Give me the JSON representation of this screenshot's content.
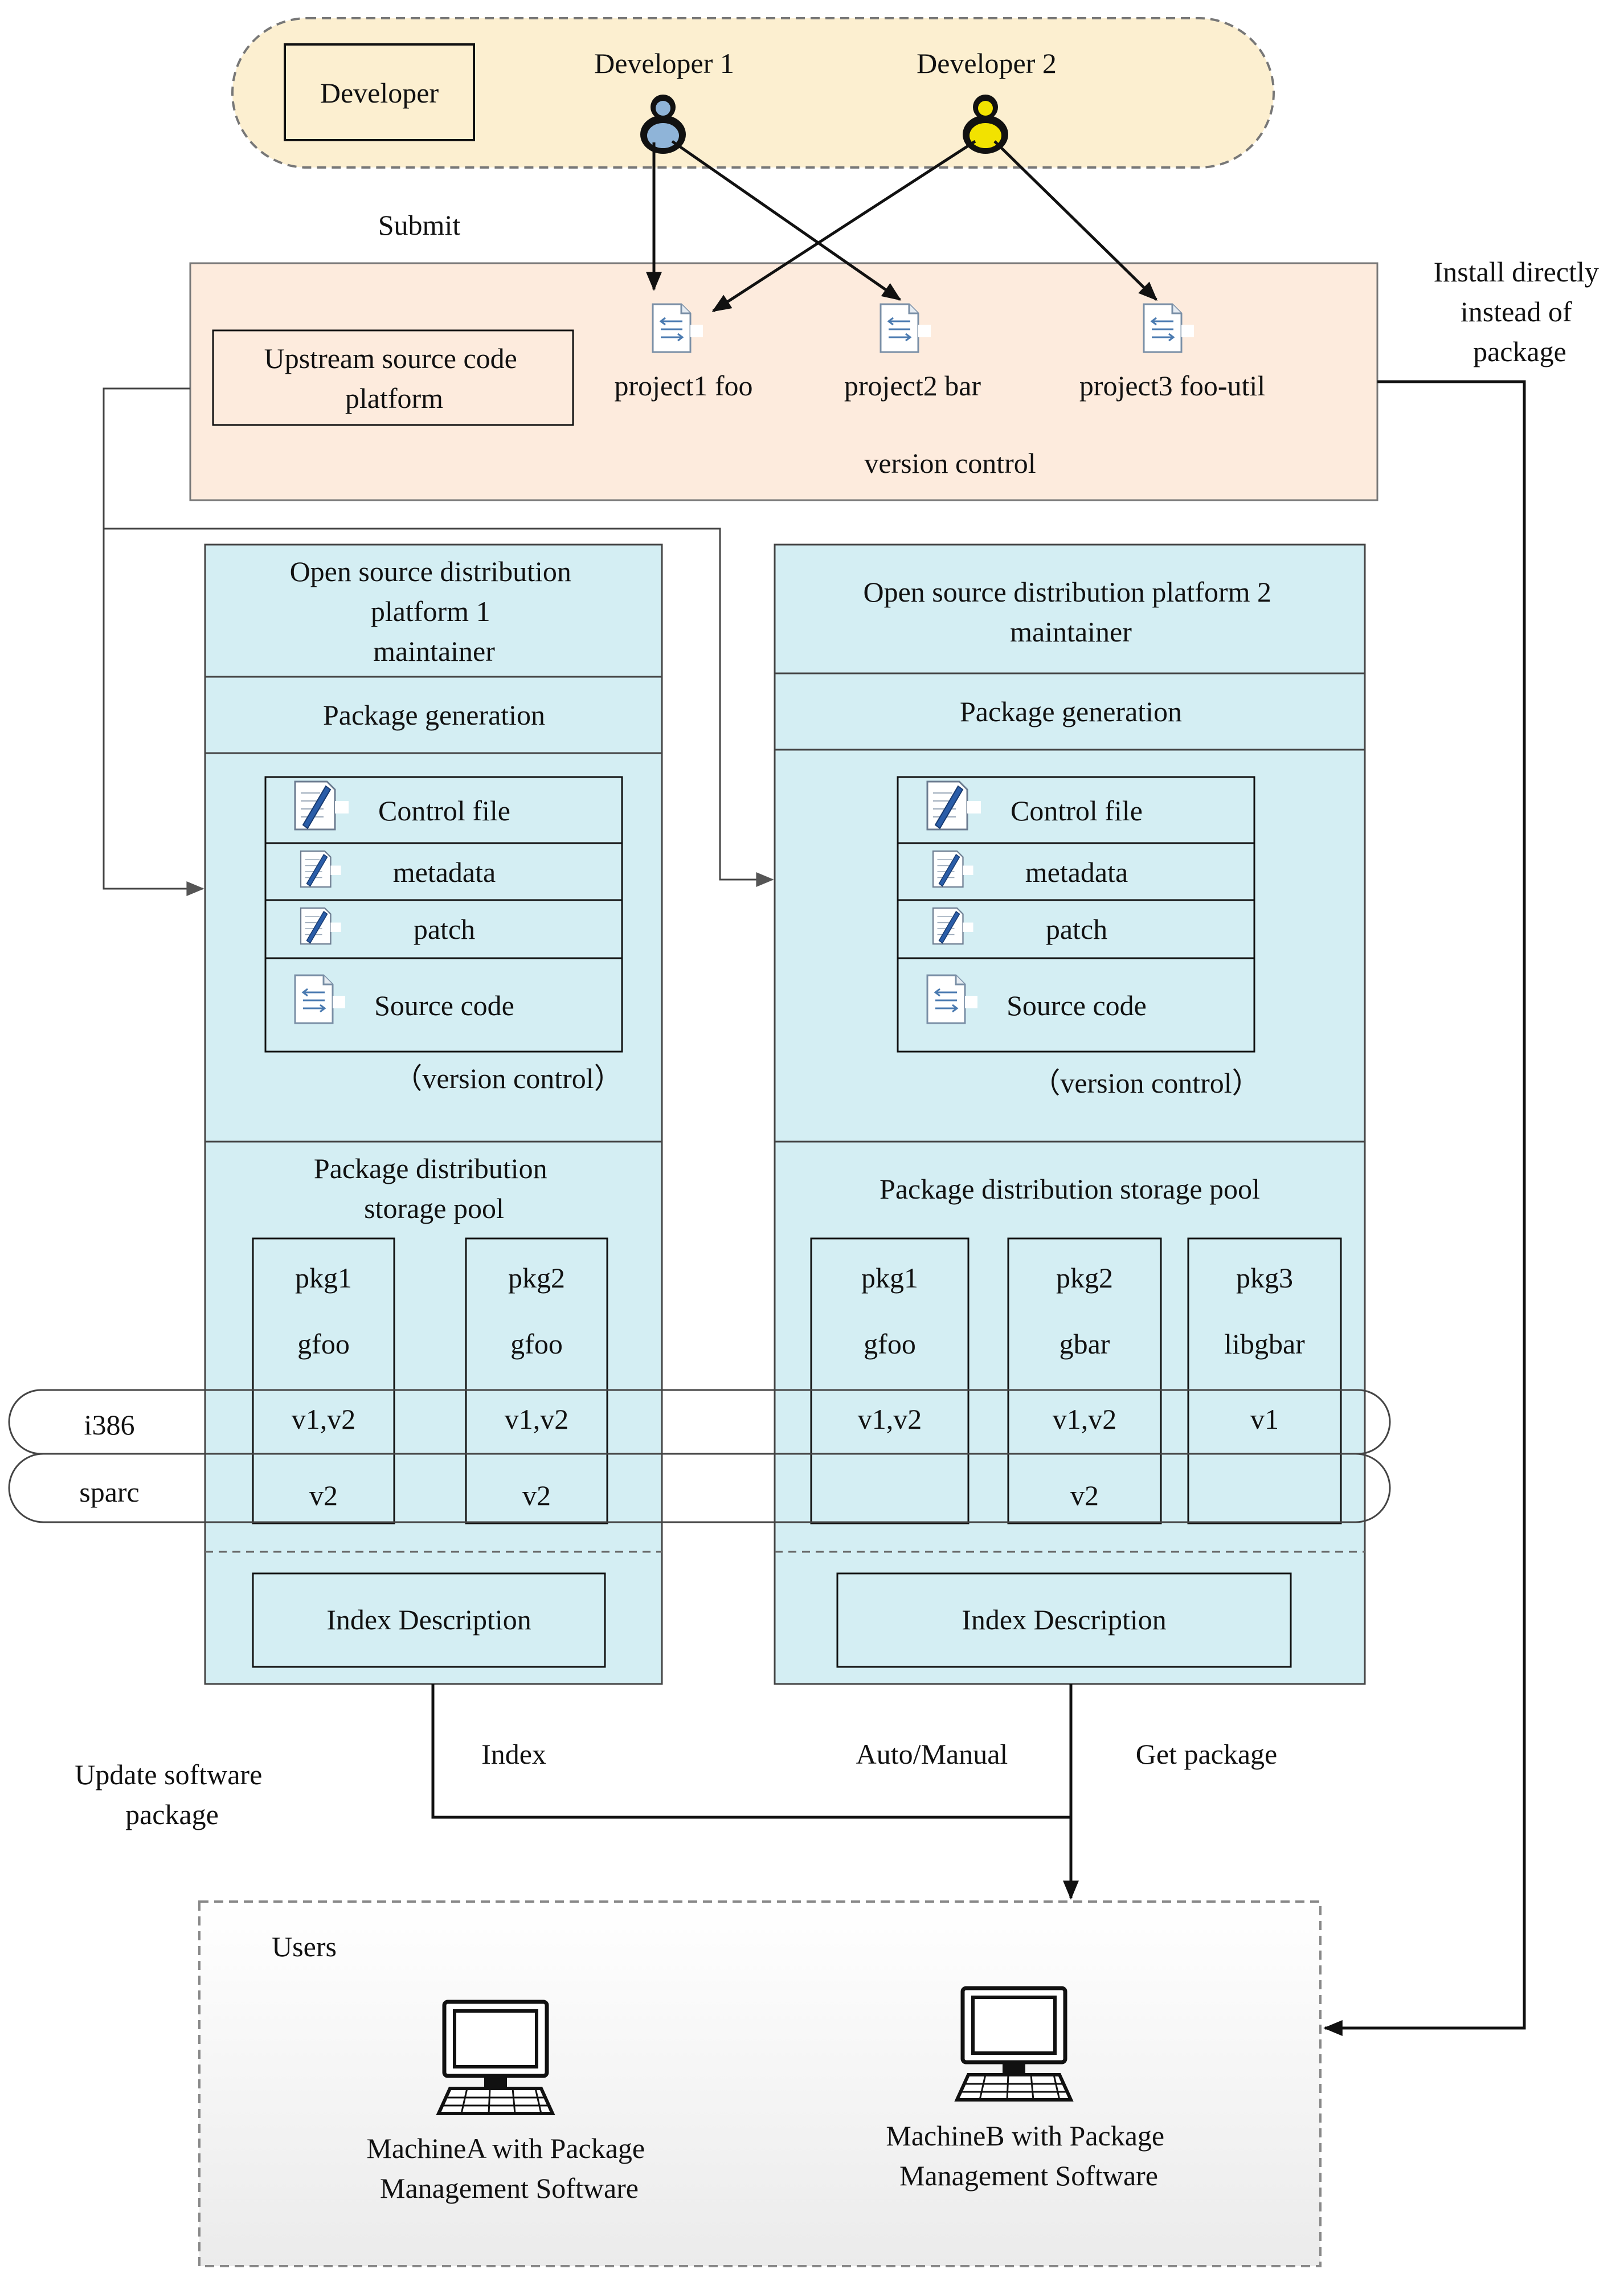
{
  "developers": {
    "role_label": "Developer",
    "dev1": "Developer 1",
    "dev2": "Developer 2",
    "dev1_color": "#8fb4d8",
    "dev2_color": "#f2e200"
  },
  "labels": {
    "submit": "Submit",
    "install_directly": [
      "Install directly",
      "instead of",
      "package"
    ],
    "index": "Index",
    "auto_manual": "Auto/Manual",
    "get_package": "Get package",
    "update_software": [
      "Update software",
      "package"
    ]
  },
  "upstream": {
    "title": [
      "Upstream source code",
      "platform"
    ],
    "projects": [
      "project1 foo",
      "project2 bar",
      "project3 foo-util"
    ],
    "version_control": "version control",
    "fill": "#fdebdd"
  },
  "platform1": {
    "title": [
      "Open source distribution",
      "platform 1",
      "maintainer"
    ],
    "package_generation": "Package generation",
    "files": [
      "Control file",
      "metadata",
      "patch",
      "Source code"
    ],
    "version_control": "（version control）",
    "pool_title": [
      "Package distribution",
      "storage pool"
    ],
    "packages": [
      {
        "pkg": "pkg1",
        "name": "gfoo",
        "i386": "v1,v2",
        "sparc": "v2"
      },
      {
        "pkg": "pkg2",
        "name": "gfoo",
        "i386": "v1,v2",
        "sparc": "v2"
      }
    ],
    "index": "Index Description"
  },
  "platform2": {
    "title": [
      "Open source distribution platform 2",
      "maintainer"
    ],
    "package_generation": "Package generation",
    "files": [
      "Control file",
      "metadata",
      "patch",
      "Source code"
    ],
    "version_control": "（version control）",
    "pool_title": [
      "Package distribution storage pool"
    ],
    "packages": [
      {
        "pkg": "pkg1",
        "name": "gfoo",
        "i386": "v1,v2",
        "sparc": ""
      },
      {
        "pkg": "pkg2",
        "name": "gbar",
        "i386": "v1,v2",
        "sparc": "v2"
      },
      {
        "pkg": "pkg3",
        "name": "libgbar",
        "i386": "v1",
        "sparc": ""
      }
    ],
    "index": "Index Description"
  },
  "arch": {
    "i386": "i386",
    "sparc": "sparc"
  },
  "users": {
    "title": "Users",
    "machineA": [
      "MachineA with Package",
      "Management Software"
    ],
    "machineB": [
      "MachineB with Package",
      "Management Software"
    ]
  },
  "colors": {
    "platform_fill": "#d4eef3",
    "developer_fill": "#fcefd0",
    "users_fill": "#f1f1f1"
  }
}
